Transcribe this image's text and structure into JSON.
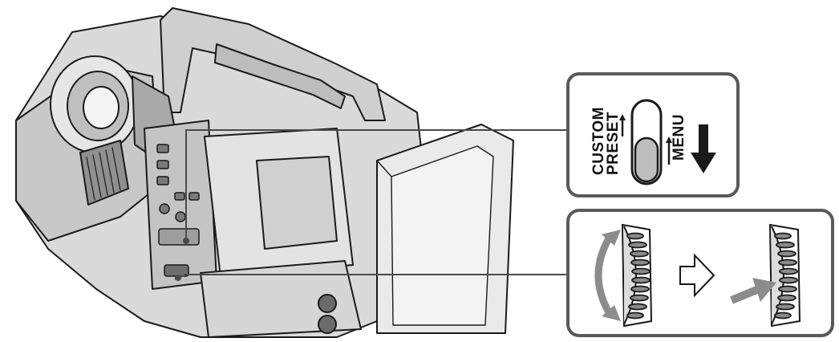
{
  "switch_callout": {
    "label_custom": "CUSTOM",
    "label_preset": "PRESET",
    "label_menu": "MENU"
  },
  "colors": {
    "line": "#1a1a1a",
    "camera_body": "#d9d9d9",
    "camera_dark": "#9a9a9a",
    "callout_border": "#5a5a5a",
    "switch_knob": "#bdbdbd"
  },
  "icons": {
    "down_arrow": "down-arrow-icon",
    "rotate_arrow": "rotate-arrow-icon",
    "next_step_arrow": "hollow-right-arrow-icon",
    "press_arrow": "press-arrow-icon"
  }
}
